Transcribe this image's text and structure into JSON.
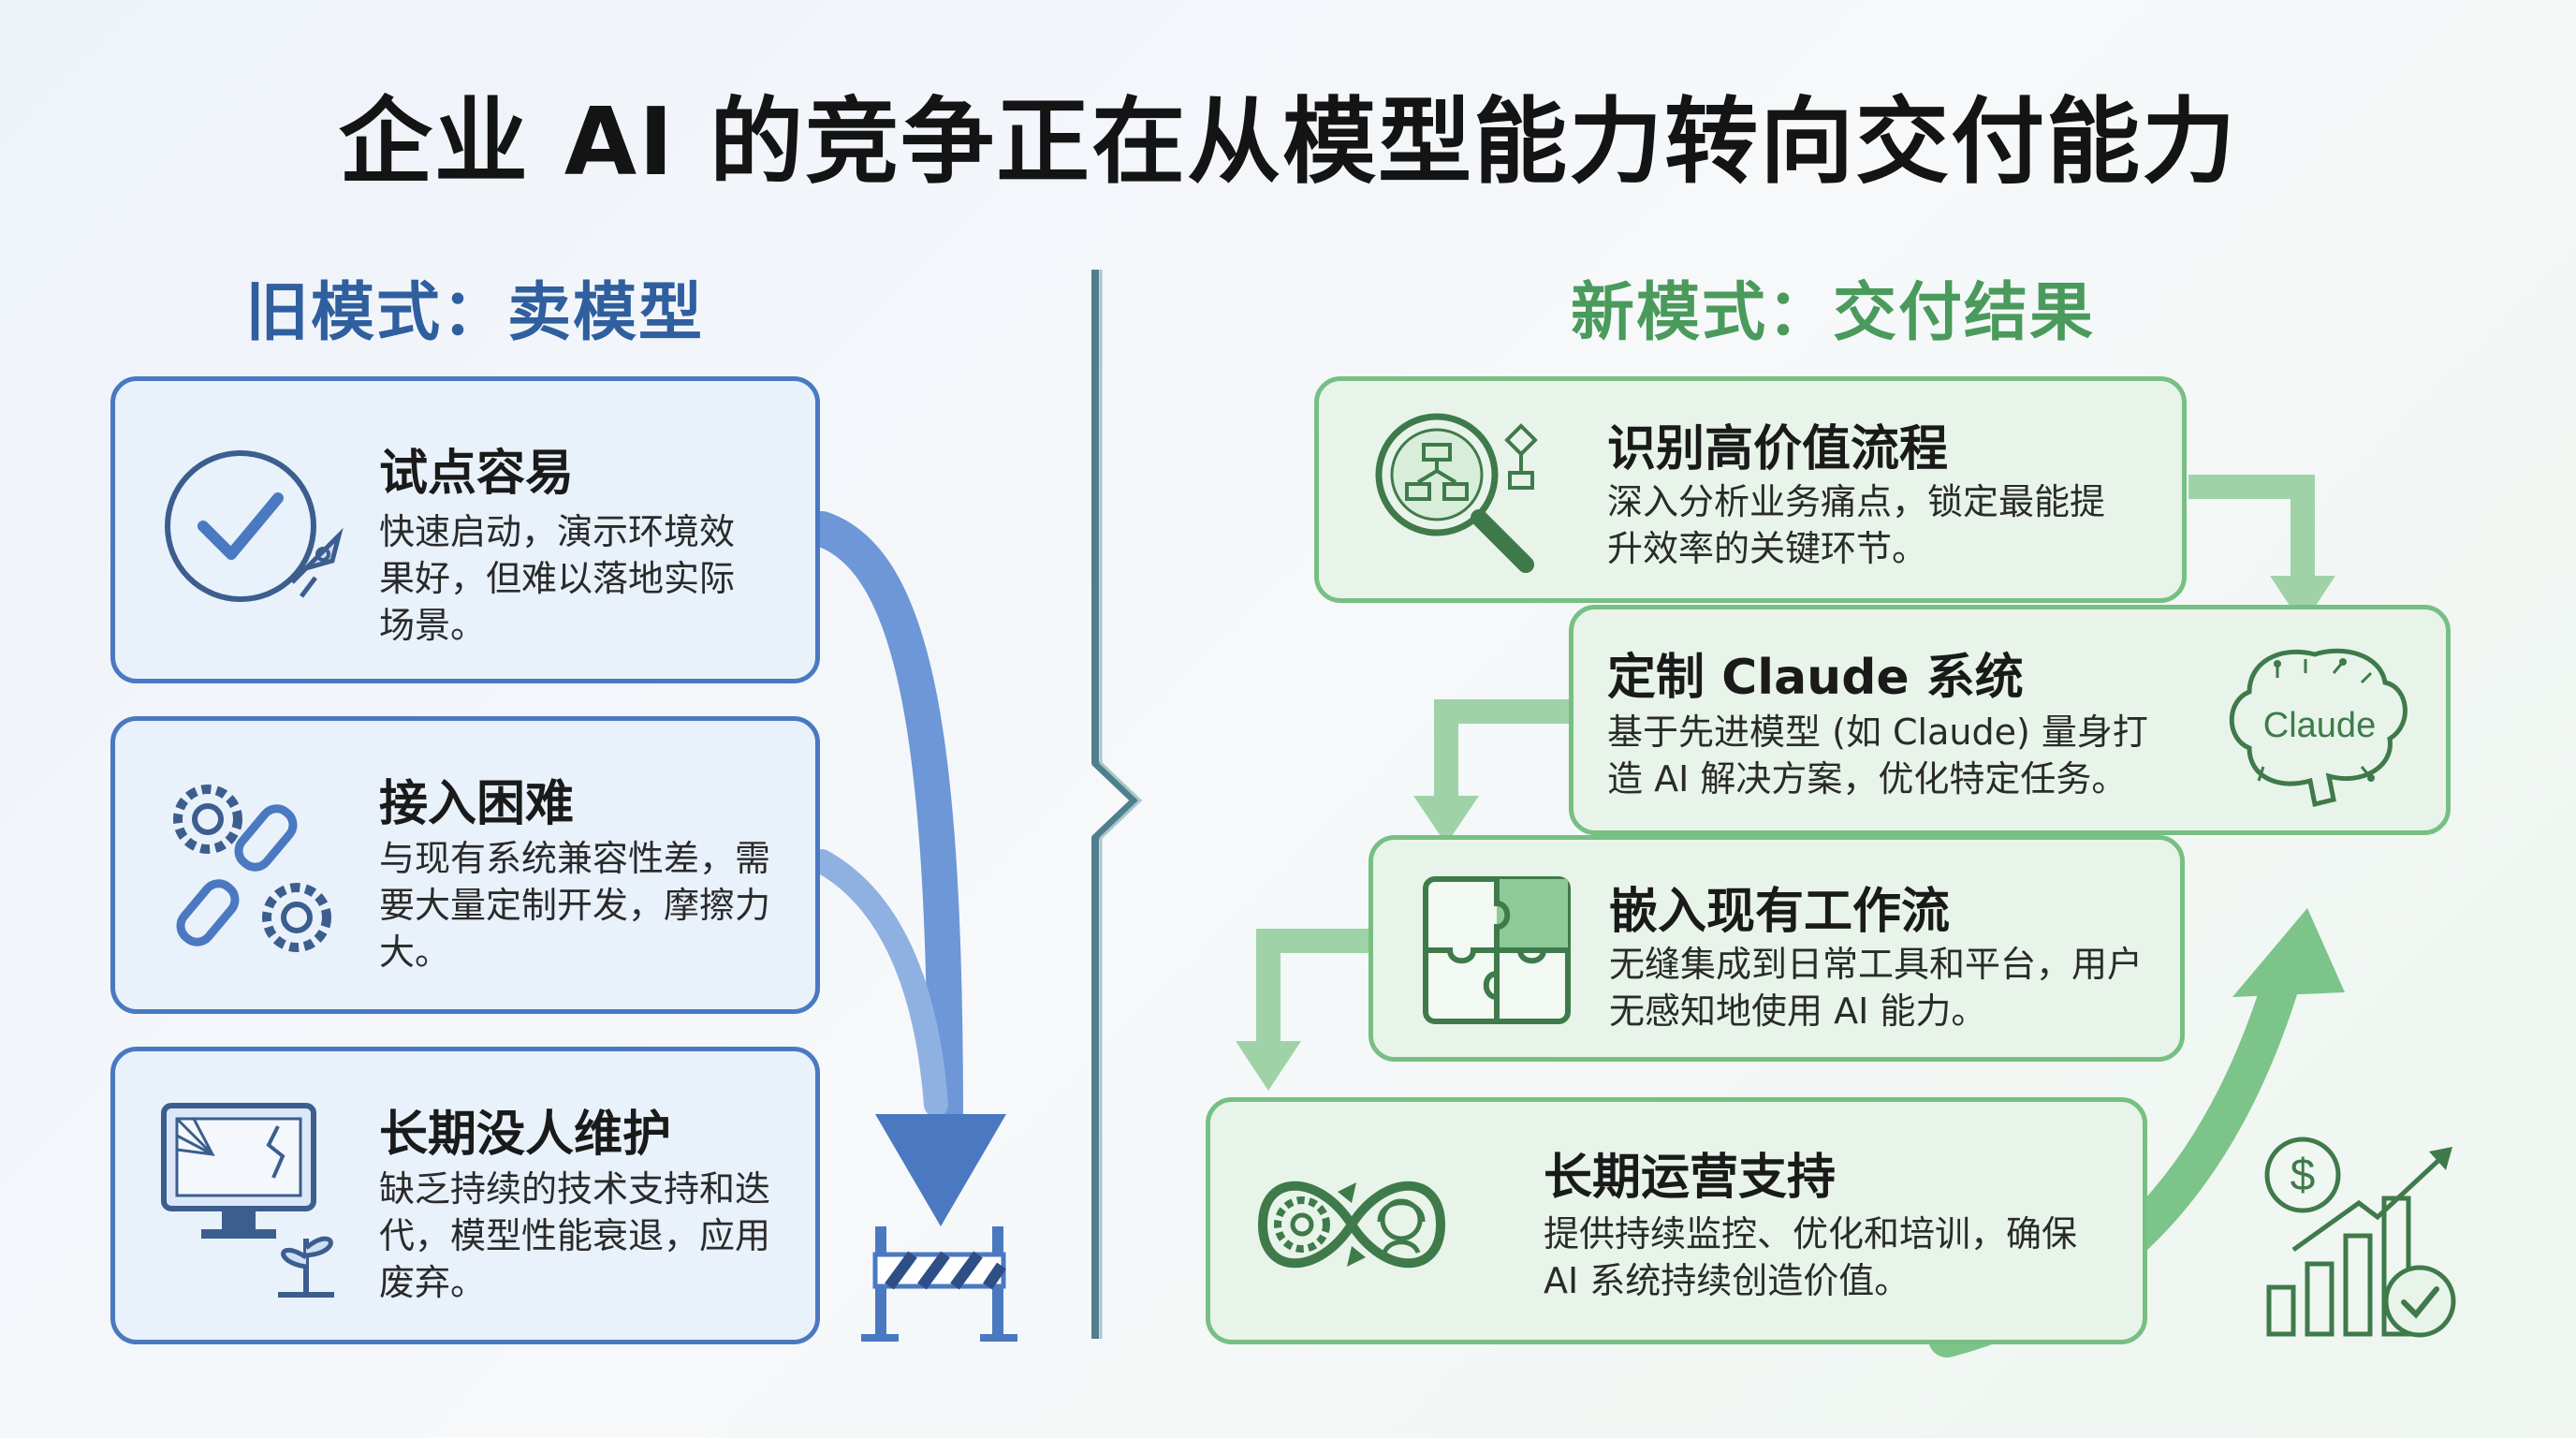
{
  "title": "企业 AI 的竞争正在从模型能力转向交付能力",
  "old_model": {
    "heading": "旧模式：卖模型",
    "cards": [
      {
        "title": "试点容易",
        "desc": [
          "快速启动，演示环境效",
          "果好，但难以落地实际",
          "场景。"
        ]
      },
      {
        "title": "接入困难",
        "desc": [
          "与现有系统兼容性差，需",
          "要大量定制开发，摩擦力",
          "大。"
        ]
      },
      {
        "title": "长期没人维护",
        "desc": [
          "缺乏持续的技术支持和迭",
          "代，模型性能衰退，应用",
          "废弃。"
        ]
      }
    ]
  },
  "new_model": {
    "heading": "新模式：交付结果",
    "cards": [
      {
        "title": "识别高价值流程",
        "desc": [
          "深入分析业务痛点，锁定最能提",
          "升效率的关键环节。"
        ]
      },
      {
        "title": "定制 Claude 系统",
        "desc": [
          "基于先进模型 (如 Claude) 量身打",
          "造 AI 解决方案，优化特定任务。"
        ]
      },
      {
        "title": "嵌入现有工作流",
        "desc": [
          "无缝集成到日常工具和平台，用户",
          "无感知地使用 AI 能力。"
        ]
      },
      {
        "title": "长期运营支持",
        "desc": [
          "提供持续监控、优化和培训，确保",
          "AI 系统持续创造价值。"
        ]
      }
    ],
    "brain_label": "Claude",
    "dollar_symbol": "$"
  },
  "colors": {
    "blue": "#4a79c2",
    "green": "#77bf83",
    "blue_fill": "#e9f1fb",
    "green_fill": "#e8f4e9"
  }
}
